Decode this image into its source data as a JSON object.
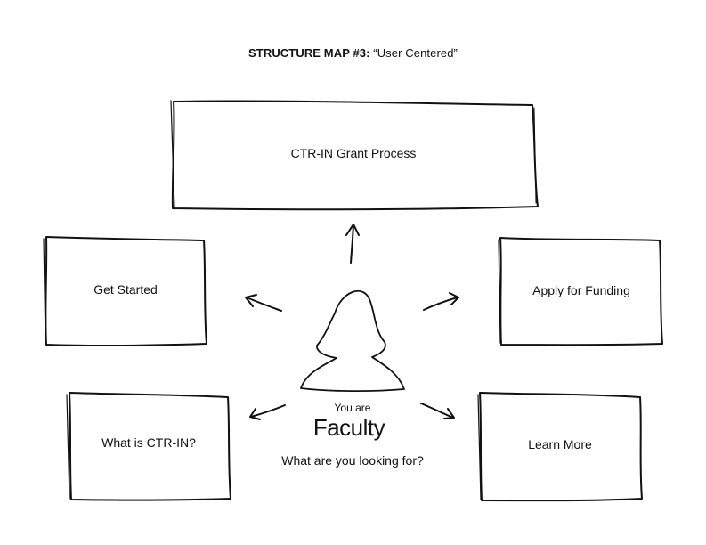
{
  "header": {
    "title_bold": "STRUCTURE MAP #3:",
    "title_sub": "“User Centered”"
  },
  "center": {
    "lead": "You are",
    "role": "Faculty",
    "question": "What are you looking for?"
  },
  "boxes": {
    "top": "CTR-IN Grant Process",
    "left_upper": "Get Started",
    "right_upper": "Apply for Funding",
    "left_lower": "What is CTR-IN?",
    "right_lower": "Learn More"
  },
  "colors": {
    "ink": "#111111",
    "background": "#ffffff"
  }
}
